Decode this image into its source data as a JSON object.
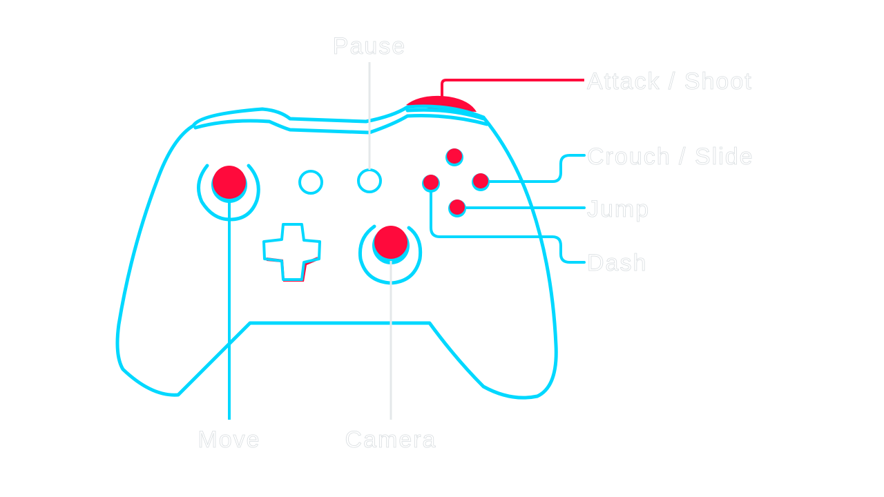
{
  "labels": {
    "pause": "Pause",
    "attack": "Attack / Shoot",
    "crouch": "Crouch / Slide",
    "jump": "Jump",
    "dash": "Dash",
    "move": "Move",
    "camera": "Camera"
  },
  "colors": {
    "outline": "#00d8ff",
    "button": "#ff0a3c",
    "background": "#ffffff"
  }
}
